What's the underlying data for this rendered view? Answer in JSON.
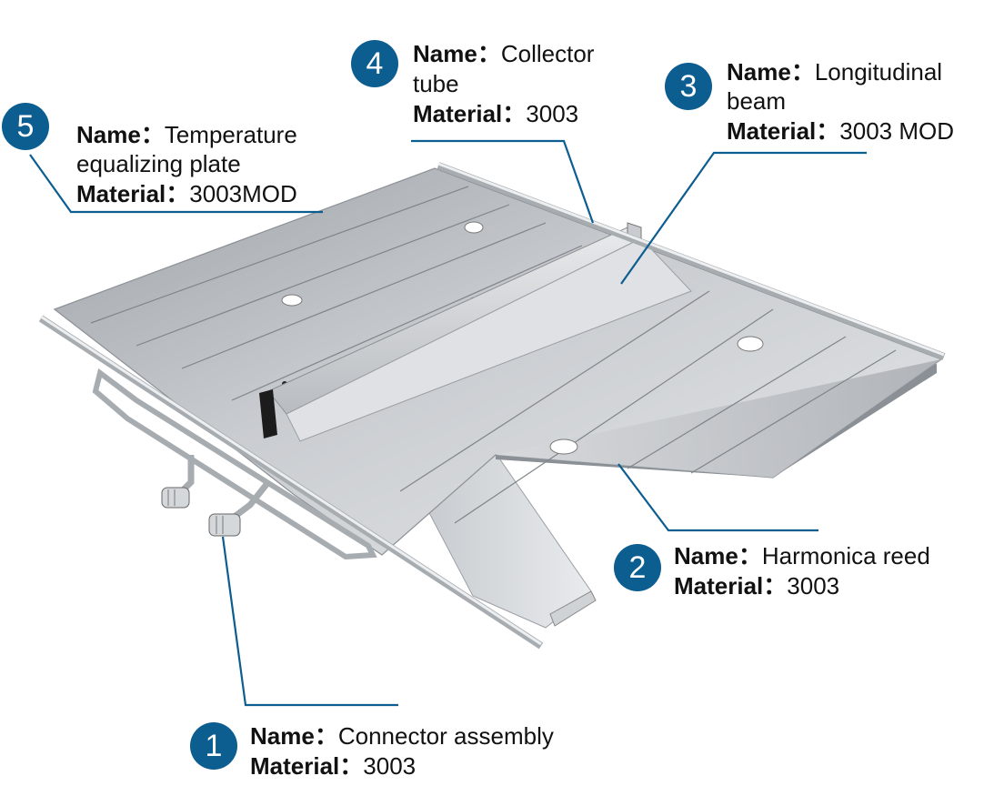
{
  "callouts": [
    {
      "num": "1",
      "name_key": "Name",
      "sep": "：",
      "name": "Connector assembly",
      "material_key": "Material",
      "material": "3003"
    },
    {
      "num": "2",
      "name_key": "Name",
      "sep": "：",
      "name": "Harmonica reed",
      "material_key": "Material",
      "material": "3003"
    },
    {
      "num": "3",
      "name_key": "Name",
      "sep": "：",
      "name": "Longitudinal",
      "name_2": "beam",
      "material_key": "Material",
      "material": "3003 MOD"
    },
    {
      "num": "4",
      "name_key": "Name",
      "sep": "：",
      "name": "Collector",
      "name_2": "tube",
      "material_key": "Material",
      "material": "3003"
    },
    {
      "num": "5",
      "name_key": "Name",
      "sep": "：",
      "name": "Temperature",
      "name_2": "equalizing plate",
      "material_key": "Material",
      "material": "3003MOD"
    }
  ],
  "colors": {
    "badge": "#0c5d90",
    "leader": "#0c5d90",
    "plate": "#b9bdc2"
  }
}
